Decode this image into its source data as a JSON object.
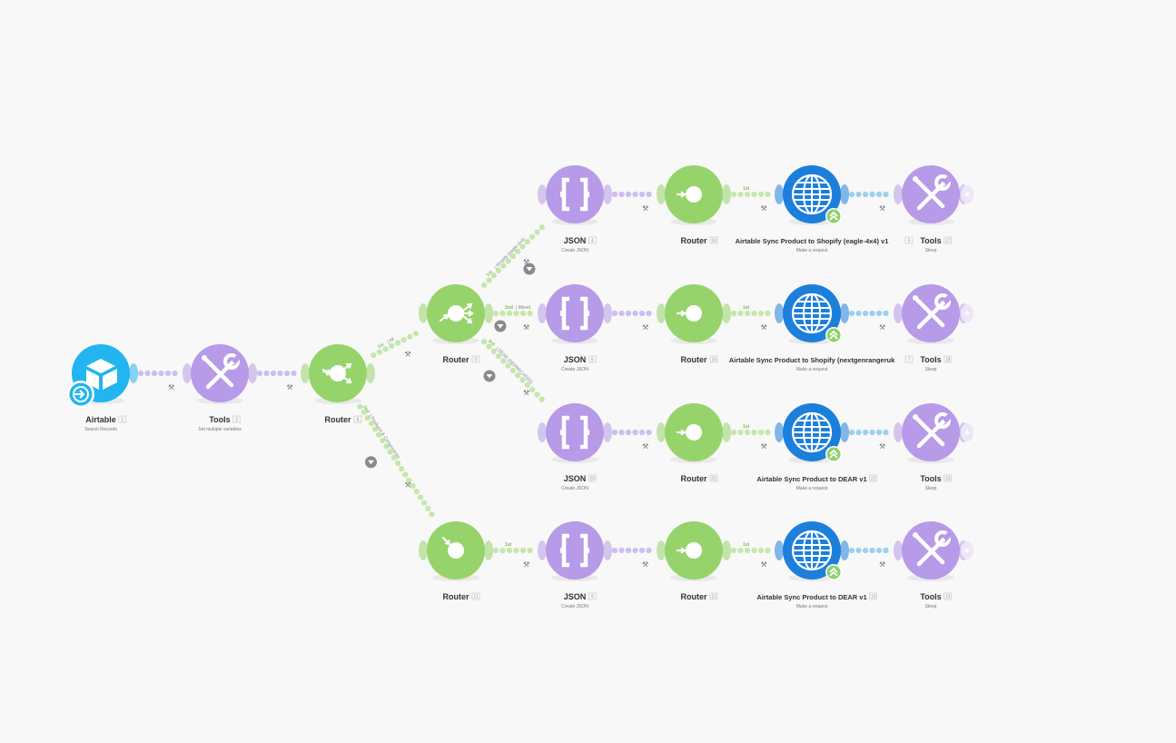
{
  "colors": {
    "airtable": "#22b5f0",
    "tools": "#b79ae8",
    "router": "#96d46b",
    "json": "#b79ae8",
    "http": "#1d7fdc",
    "badge": "#8fd16a",
    "dot_purple": "#cdbdf0",
    "dot_green": "#c5e6ac",
    "dot_blue": "#9ccff0"
  },
  "nodes": [
    {
      "key": "airtable",
      "type": "airtable",
      "label": "Airtable",
      "id": "1",
      "sub": "Search Records"
    },
    {
      "key": "tools-2",
      "type": "tools",
      "label": "Tools",
      "id": "2",
      "sub": "Set multiple variables"
    },
    {
      "key": "router-8",
      "type": "router",
      "label": "Router",
      "id": "8",
      "sub": ""
    },
    {
      "key": "router-3",
      "type": "router",
      "label": "Router",
      "id": "3",
      "sub": ""
    },
    {
      "key": "router-11",
      "type": "router",
      "label": "Router",
      "id": "11",
      "sub": ""
    },
    {
      "key": "json-4",
      "type": "json",
      "label": "JSON",
      "id": "4",
      "sub": "Create JSON"
    },
    {
      "key": "json-5",
      "type": "json",
      "label": "JSON",
      "id": "5",
      "sub": "Create JSON"
    },
    {
      "key": "json-20",
      "type": "json",
      "label": "JSON",
      "id": "20",
      "sub": "Create JSON"
    },
    {
      "key": "json-9",
      "type": "json",
      "label": "JSON",
      "id": "9",
      "sub": "Create JSON"
    },
    {
      "key": "router-16",
      "type": "router",
      "label": "Router",
      "id": "16",
      "sub": ""
    },
    {
      "key": "router-15",
      "type": "router",
      "label": "Router",
      "id": "15",
      "sub": ""
    },
    {
      "key": "router-21",
      "type": "router",
      "label": "Router",
      "id": "21",
      "sub": ""
    },
    {
      "key": "router-12",
      "type": "router",
      "label": "Router",
      "id": "12",
      "sub": ""
    },
    {
      "key": "http-a",
      "type": "http",
      "label": "Airtable Sync Product to Shopify (eagle-4x4) v1",
      "id": "5",
      "sub": "Make a request"
    },
    {
      "key": "http-b",
      "type": "http",
      "label": "Airtable Sync Product to Shopify (nextgenrangeruk",
      "id": "7",
      "sub": "Make a request"
    },
    {
      "key": "http-c",
      "type": "http",
      "label": "Airtable Sync Product to DEAR v1",
      "id": "22",
      "sub": "Make a request"
    },
    {
      "key": "http-d",
      "type": "http",
      "label": "Airtable Sync Product to DEAR v1",
      "id": "10",
      "sub": "Make a request"
    },
    {
      "key": "tools-17",
      "type": "tools",
      "label": "Tools",
      "id": "17",
      "sub": "Sleep"
    },
    {
      "key": "tools-18",
      "type": "tools",
      "label": "Tools",
      "id": "18",
      "sub": "Sleep"
    },
    {
      "key": "tools-23",
      "type": "tools",
      "label": "Tools",
      "id": "23",
      "sub": "Sleep"
    },
    {
      "key": "tools-19",
      "type": "tools",
      "label": "Tools",
      "id": "19",
      "sub": "Sleep"
    }
  ],
  "edges": [
    {
      "from": "airtable",
      "to": "tools-2"
    },
    {
      "from": "tools-2",
      "to": "router-8"
    },
    {
      "from": "router-8",
      "to": "router-3",
      "route": "1st",
      "text": "All"
    },
    {
      "from": "router-8",
      "to": "router-11",
      "route": "2nd",
      "text": "Products & Components",
      "filter": true
    },
    {
      "from": "router-3",
      "to": "json-4",
      "route": "1st",
      "text": "Shopify (eagle-4x4)",
      "filter": true
    },
    {
      "from": "router-3",
      "to": "json-5",
      "route": "2nd",
      "text": "Mixed",
      "filter": true
    },
    {
      "from": "router-3",
      "to": "json-20",
      "route": "3rd",
      "text": "DEAR (DEPRECATED)",
      "filter": true
    },
    {
      "from": "router-11",
      "to": "json-9",
      "route": "1st",
      "text": ""
    },
    {
      "from": "json-4",
      "to": "router-16"
    },
    {
      "from": "json-5",
      "to": "router-15"
    },
    {
      "from": "json-20",
      "to": "router-21"
    },
    {
      "from": "json-9",
      "to": "router-12"
    },
    {
      "from": "router-16",
      "to": "http-a",
      "route": "1st",
      "text": ""
    },
    {
      "from": "router-15",
      "to": "http-b",
      "route": "1st",
      "text": ""
    },
    {
      "from": "router-21",
      "to": "http-c",
      "route": "1st",
      "text": ""
    },
    {
      "from": "router-12",
      "to": "http-d",
      "route": "1st",
      "text": ""
    },
    {
      "from": "http-a",
      "to": "tools-17"
    },
    {
      "from": "http-b",
      "to": "tools-18"
    },
    {
      "from": "http-c",
      "to": "tools-23"
    },
    {
      "from": "http-d",
      "to": "tools-19"
    }
  ]
}
